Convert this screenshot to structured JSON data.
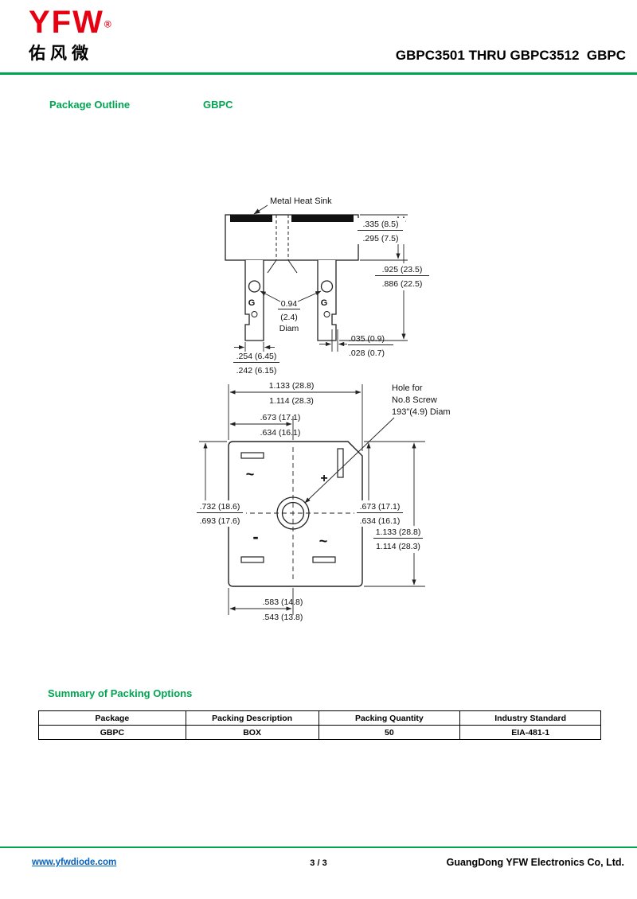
{
  "header": {
    "logo_text": "YFW",
    "logo_reg": "®",
    "logo_cn": "佑风微",
    "title": "GBPC3501 THRU GBPC3512  GBPC"
  },
  "outline": {
    "section_label": "Package Outline",
    "package_name": "GBPC"
  },
  "diagram": {
    "heat_sink_label": "Metal Heat Sink",
    "top": {
      "dim_body_h_1": ".335 (8.5)",
      "dim_body_h_2": ".295 (7.5)",
      "dim_total_h_1": ".925 (23.5)",
      "dim_total_h_2": ".886 (22.5)",
      "g_left": "G",
      "g_right": "G",
      "hole_diam_1": "0.94",
      "hole_diam_2": "(2.4)",
      "hole_diam_3": "Diam",
      "dim_tab_t_1": ".035 (0.9)",
      "dim_tab_t_2": ".028 (0.7)",
      "dim_tab_w_1": ".254 (6.45)",
      "dim_tab_w_2": ".242 (6.15)"
    },
    "bottom": {
      "dim_width_1": "1.133 (28.8)",
      "dim_width_2": "1.114 (28.3)",
      "dim_half_w_1": ".673 (17.1)",
      "dim_half_w_2": ".634 (16.1)",
      "hole_note_1": "Hole for",
      "hole_note_2": "No.8 Screw",
      "hole_note_3": "193\"(4.9) Diam",
      "dim_left_1": ".732 (18.6)",
      "dim_left_2": ".693 (17.6)",
      "dim_right_half_1": ".673 (17.1)",
      "dim_right_half_2": ".634 (16.1)",
      "dim_height_1": "1.133 (28.8)",
      "dim_height_2": "1.114 (28.3)",
      "dim_bottom_1": ".583 (14.8)",
      "dim_bottom_2": ".543 (13.8)",
      "sym_ac_1": "~",
      "sym_plus": "+",
      "sym_minus": "-",
      "sym_ac_2": "~"
    }
  },
  "packing": {
    "section_title": "Summary of Packing Options",
    "table": {
      "headers": [
        "Package",
        "Packing Description",
        "Packing Quantity",
        "Industry Standard"
      ],
      "row": [
        "GBPC",
        "BOX",
        "50",
        "EIA-481-1"
      ]
    }
  },
  "footer": {
    "website": "www.yfwdiode.com",
    "page_number": "3 / 3",
    "company": "GuangDong YFW Electronics Co, Ltd."
  }
}
